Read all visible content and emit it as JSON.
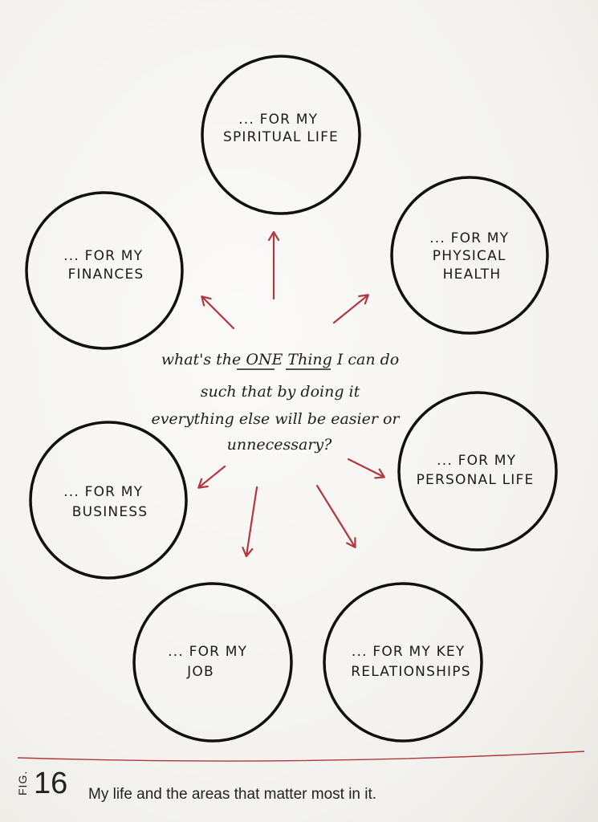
{
  "diagram": {
    "center": {
      "lines": [
        "what's the ONE Thing I can do",
        "such that by doing it",
        "everything else will be easier or",
        "unnecessary?"
      ]
    },
    "nodes": [
      {
        "id": "spiritual",
        "lines": [
          "... FOR MY",
          "SPIRITUAL LIFE"
        ]
      },
      {
        "id": "physical",
        "lines": [
          "... FOR MY",
          "PHYSICAL",
          "HEALTH"
        ]
      },
      {
        "id": "personal",
        "lines": [
          "... FOR MY",
          "PERSONAL LIFE"
        ]
      },
      {
        "id": "relationships",
        "lines": [
          "... FOR MY KEY",
          "RELATIONSHIPS"
        ]
      },
      {
        "id": "job",
        "lines": [
          "... FOR MY",
          "JOB"
        ]
      },
      {
        "id": "business",
        "lines": [
          "... FOR MY",
          "BUSINESS"
        ]
      },
      {
        "id": "finances",
        "lines": [
          "... FOR MY",
          "FINANCES"
        ]
      }
    ],
    "colors": {
      "outline": "#111111",
      "arrow": "#b3373f",
      "caption_rule": "#b3373f"
    }
  },
  "caption": {
    "prefix": "FIG.",
    "number": "16",
    "text": "My life and the areas that matter most in it."
  }
}
